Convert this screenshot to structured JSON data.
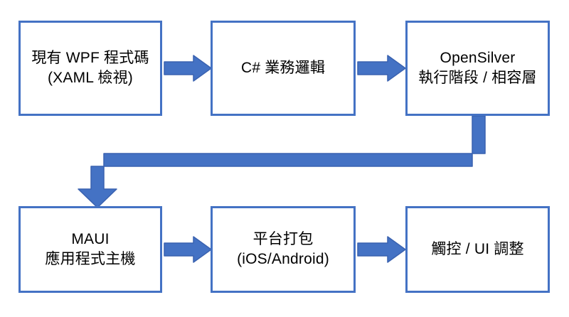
{
  "diagram": {
    "type": "flowchart",
    "orientation": "left-to-right, two rows",
    "accent_color": "#4472C4",
    "box_fill": "#FFFFFF",
    "text_color": "#000000",
    "background": "#FFFFFF",
    "nodes": [
      {
        "id": "wpf",
        "row": 1,
        "order": 1,
        "label": "現有 WPF 程式碼\n(XAML 檢視)",
        "lines": [
          "現有 WPF 程式碼",
          "(XAML 檢視)"
        ]
      },
      {
        "id": "csharp",
        "row": 1,
        "order": 2,
        "label": "C# 業務邏輯",
        "lines": [
          "C# 業務邏輯"
        ]
      },
      {
        "id": "opensilver",
        "row": 1,
        "order": 3,
        "label": "OpenSilver\n執行階段 / 相容層",
        "lines": [
          "OpenSilver",
          "執行階段 / 相容",
          "層"
        ]
      },
      {
        "id": "maui",
        "row": 2,
        "order": 1,
        "label": "MAUI\n應用程式主機",
        "lines": [
          "MAUI",
          "應用程式主機"
        ]
      },
      {
        "id": "package",
        "row": 2,
        "order": 2,
        "label": "平台打包\n(iOS/Android)",
        "lines": [
          "平台打包",
          "(iOS/Android)"
        ]
      },
      {
        "id": "touch",
        "row": 2,
        "order": 3,
        "label": "觸控 / UI 調整",
        "lines": [
          "觸控 / UI 調整"
        ]
      }
    ],
    "edges": [
      {
        "id": "wpf-to-csharp",
        "from": "wpf",
        "to": "csharp",
        "style": "straight-arrow-right"
      },
      {
        "id": "csharp-to-opensilver",
        "from": "csharp",
        "to": "opensilver",
        "style": "straight-arrow-right"
      },
      {
        "id": "opensilver-to-maui",
        "from": "opensilver",
        "to": "maui",
        "style": "elbow-arrow-down"
      },
      {
        "id": "maui-to-package",
        "from": "maui",
        "to": "package",
        "style": "straight-arrow-right"
      },
      {
        "id": "package-to-touch",
        "from": "package",
        "to": "touch",
        "style": "straight-arrow-right"
      }
    ]
  }
}
